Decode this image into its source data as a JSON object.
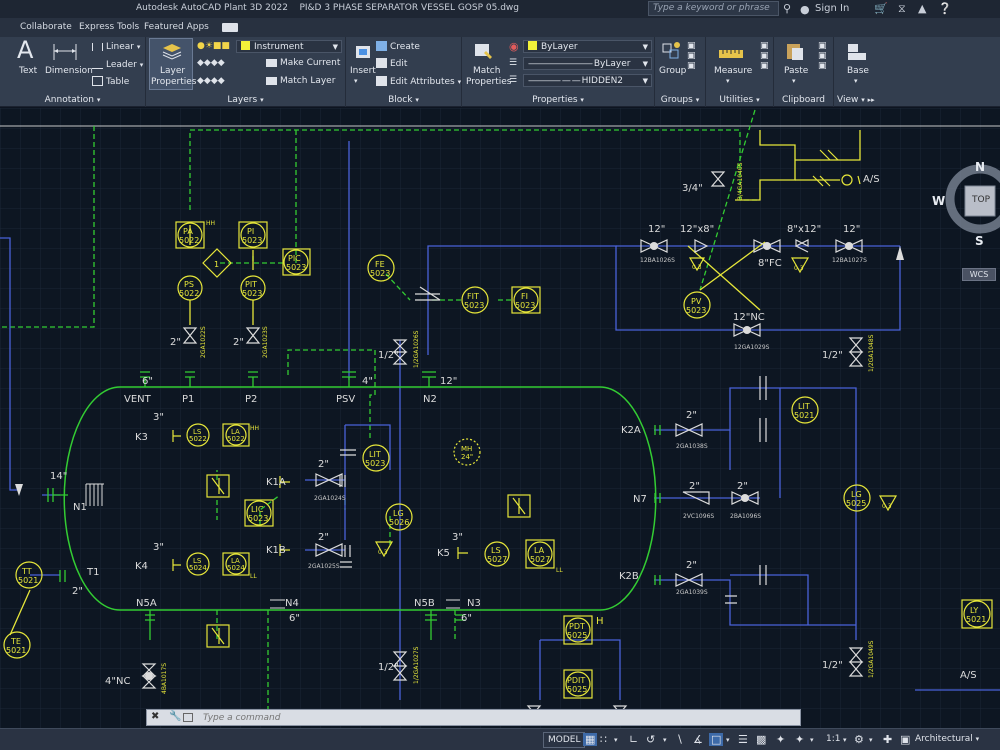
{
  "titlebar": {
    "app_title": "Autodesk AutoCAD Plant 3D 2022",
    "file_title": "PI&D 3 PHASE SEPARATOR VESSEL GOSP 05.dwg",
    "search_placeholder": "Type a keyword or phrase",
    "signin": "Sign In"
  },
  "tabs": [
    "Collaborate",
    "Express Tools",
    "Featured Apps"
  ],
  "ribbon": {
    "annotation": {
      "title": "Annotation",
      "text": "Text",
      "dimension": "Dimension",
      "linear": "Linear",
      "leader": "Leader",
      "table": "Table"
    },
    "layers": {
      "title": "Layers",
      "layer_properties_1": "Layer",
      "layer_properties_2": "Properties",
      "current_layer": "Instrument",
      "make_current": "Make Current",
      "match_layer": "Match Layer"
    },
    "block": {
      "title": "Block",
      "insert": "Insert",
      "create": "Create",
      "edit": "Edit",
      "edit_attributes": "Edit Attributes"
    },
    "properties": {
      "title": "Properties",
      "match_1": "Match",
      "match_2": "Properties",
      "color": "ByLayer",
      "linetype": "ByLayer",
      "lineweight": "HIDDEN2"
    },
    "groups": {
      "title": "Groups",
      "group": "Group"
    },
    "utilities": {
      "title": "Utilities",
      "measure": "Measure"
    },
    "clipboard": {
      "title": "Clipboard",
      "paste": "Paste"
    },
    "view": {
      "title": "View",
      "base": "Base"
    }
  },
  "viewcube": {
    "north": "N",
    "west": "W",
    "south": "S",
    "top": "TOP",
    "wcs": "WCS"
  },
  "drawing": {
    "vessel_labels": [
      "VENT",
      "P1",
      "P2",
      "PSV",
      "N2",
      "K3",
      "K4",
      "K1A",
      "K1B",
      "K5",
      "N1",
      "T1",
      "N5A",
      "N4",
      "N5B",
      "N3",
      "K2A",
      "N7",
      "K2B"
    ],
    "size_labels": [
      "6\"",
      "12\"",
      "4\"",
      "14\"",
      "3\"",
      "2\"",
      "1/2\"",
      "3/4\"",
      "12\"x8\"",
      "8\"x12\"",
      "8\"FC",
      "12\"NC",
      "4\"NC",
      "A/S"
    ],
    "tags": [
      [
        "PA",
        "5022"
      ],
      [
        "PI",
        "5023"
      ],
      [
        "PS",
        "5022"
      ],
      [
        "PIT",
        "5023"
      ],
      [
        "PIC",
        "5023"
      ],
      [
        "FE",
        "5023"
      ],
      [
        "FIT",
        "5023"
      ],
      [
        "FI",
        "5023"
      ],
      [
        "PV",
        "5023"
      ],
      [
        "LIT",
        "5021"
      ],
      [
        "LS",
        "5022"
      ],
      [
        "LA",
        "5022"
      ],
      [
        "LIC",
        "5023"
      ],
      [
        "LIT",
        "5023"
      ],
      [
        "LG",
        "5026"
      ],
      [
        "MH",
        "24\""
      ],
      [
        "LS",
        "5024"
      ],
      [
        "LA",
        "5024"
      ],
      [
        "LS",
        "5027"
      ],
      [
        "LA",
        "5027"
      ],
      [
        "LG",
        "5025"
      ],
      [
        "TT",
        "5021"
      ],
      [
        "TE",
        "5021"
      ],
      [
        "PDT",
        "5025"
      ],
      [
        "PDIT",
        "5025"
      ],
      [
        "LY",
        "5021"
      ]
    ],
    "valve_tags": [
      "2GA1022S",
      "2GA1023S",
      "1/2GA1026S",
      "3/4GA1040S",
      "12BA1026S",
      "12BA1027S",
      "12GA1029S",
      "1/2GA1048S",
      "2GA1024S",
      "2GA1025S",
      "2GA1038S",
      "2VC1096S",
      "2BA1096S",
      "2GA1039S",
      "1/2GA1027S",
      "4BA1017S",
      "1/2GA1049S"
    ],
    "markers": [
      "HH",
      "LL",
      "H",
      "0.3",
      "1"
    ]
  },
  "command_line": {
    "placeholder": "Type a command"
  },
  "statusbar": {
    "model": "MODEL",
    "scale": "1:1",
    "workspace": "Architectural"
  }
}
